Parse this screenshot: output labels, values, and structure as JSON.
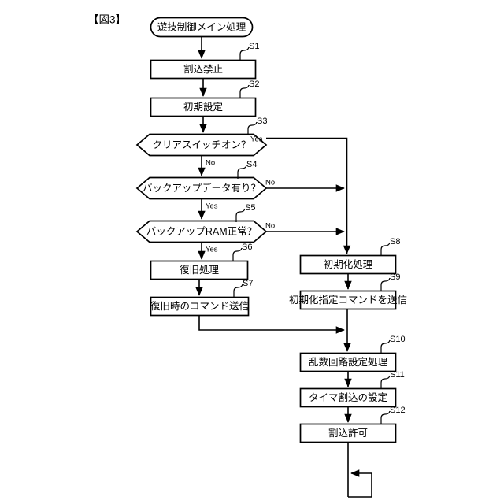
{
  "figure": {
    "title": "【図3】",
    "background": "#ffffff",
    "line_color": "#000000"
  },
  "terminator": {
    "id": "start",
    "label": "遊技制御メイン処理"
  },
  "process_steps": [
    {
      "step": "S1",
      "label": "割込禁止",
      "column": "left"
    },
    {
      "step": "S2",
      "label": "初期設定",
      "column": "left"
    },
    {
      "step": "S6",
      "label": "復旧処理",
      "column": "left"
    },
    {
      "step": "S7",
      "label": "復旧時のコマンド送信",
      "column": "left"
    },
    {
      "step": "S8",
      "label": "初期化処理",
      "column": "right"
    },
    {
      "step": "S9",
      "label": "初期化指定コマンドを送信",
      "column": "right"
    },
    {
      "step": "S10",
      "label": "乱数回路設定処理",
      "column": "right"
    },
    {
      "step": "S11",
      "label": "タイマ割込の設定",
      "column": "right"
    },
    {
      "step": "S12",
      "label": "割込許可",
      "column": "right"
    }
  ],
  "decisions": [
    {
      "step": "S3",
      "label": "クリアスイッチオン？",
      "branch_right": "Yes",
      "branch_down": "No"
    },
    {
      "step": "S4",
      "label": "バックアップデータ有り？",
      "branch_right": "No",
      "branch_down": "Yes"
    },
    {
      "step": "S5",
      "label": "バックアップRAM正常？",
      "branch_right": "No",
      "branch_down": "Yes"
    }
  ],
  "nodes": {
    "start": {
      "text": "遊技制御メイン処理"
    },
    "s1": {
      "step": "S1",
      "text": "割込禁止"
    },
    "s2": {
      "step": "S2",
      "text": "初期設定"
    },
    "s3": {
      "step": "S3",
      "text": "クリアスイッチオン？",
      "yes": "Yes",
      "no": "No"
    },
    "s4": {
      "step": "S4",
      "text": "バックアップデータ有り？",
      "yes": "Yes",
      "no": "No"
    },
    "s5": {
      "step": "S5",
      "text": "バックアップRAM正常？",
      "yes": "Yes",
      "no": "No"
    },
    "s6": {
      "step": "S6",
      "text": "復旧処理"
    },
    "s7": {
      "step": "S7",
      "text": "復旧時のコマンド送信"
    },
    "s8": {
      "step": "S8",
      "text": "初期化処理"
    },
    "s9": {
      "step": "S9",
      "text": "初期化指定コマンドを送信"
    },
    "s10": {
      "step": "S10",
      "text": "乱数回路設定処理"
    },
    "s11": {
      "step": "S11",
      "text": "タイマ割込の設定"
    },
    "s12": {
      "step": "S12",
      "text": "割込許可"
    }
  },
  "loop": {
    "description": "infinite-loop-back"
  }
}
